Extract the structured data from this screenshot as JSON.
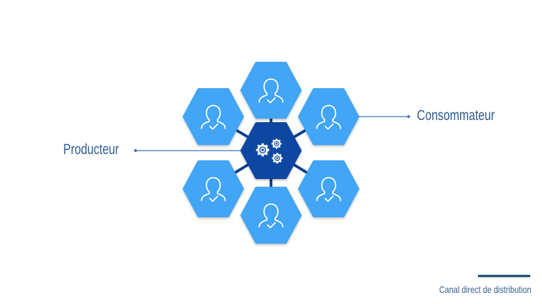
{
  "labels": {
    "producer": "Producteur",
    "consumer": "Consommateur"
  },
  "footer": {
    "caption": "Canal direct  de distribution"
  },
  "colors": {
    "outer_hex": "#42A5F5",
    "center_hex": "#0D47A1",
    "connector": "#0D3F8F",
    "label_line": "#3A6FC4",
    "text": "#2F5B8F"
  },
  "icons": {
    "center": "gears-icon",
    "outer": "user-check-icon"
  }
}
